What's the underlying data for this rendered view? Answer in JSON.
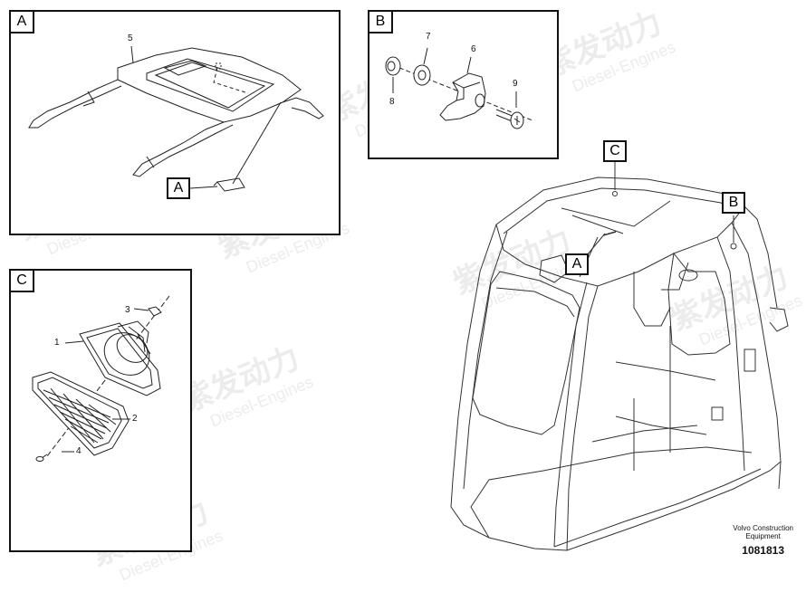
{
  "panels": {
    "a": {
      "label": "A",
      "callout": "A",
      "part_numbers": [
        "5"
      ]
    },
    "b": {
      "label": "B",
      "part_numbers": [
        "7",
        "6",
        "8",
        "9"
      ]
    },
    "c": {
      "label": "C",
      "part_numbers": [
        "3",
        "1",
        "2",
        "4"
      ]
    }
  },
  "cab_callouts": [
    "C",
    "B",
    "A"
  ],
  "watermark": {
    "text": "紫发动力",
    "subtext": "Diesel-Engines"
  },
  "footer": {
    "line1": "Volvo Construction",
    "line2": "Equipment",
    "drawing_number": "1081813"
  }
}
